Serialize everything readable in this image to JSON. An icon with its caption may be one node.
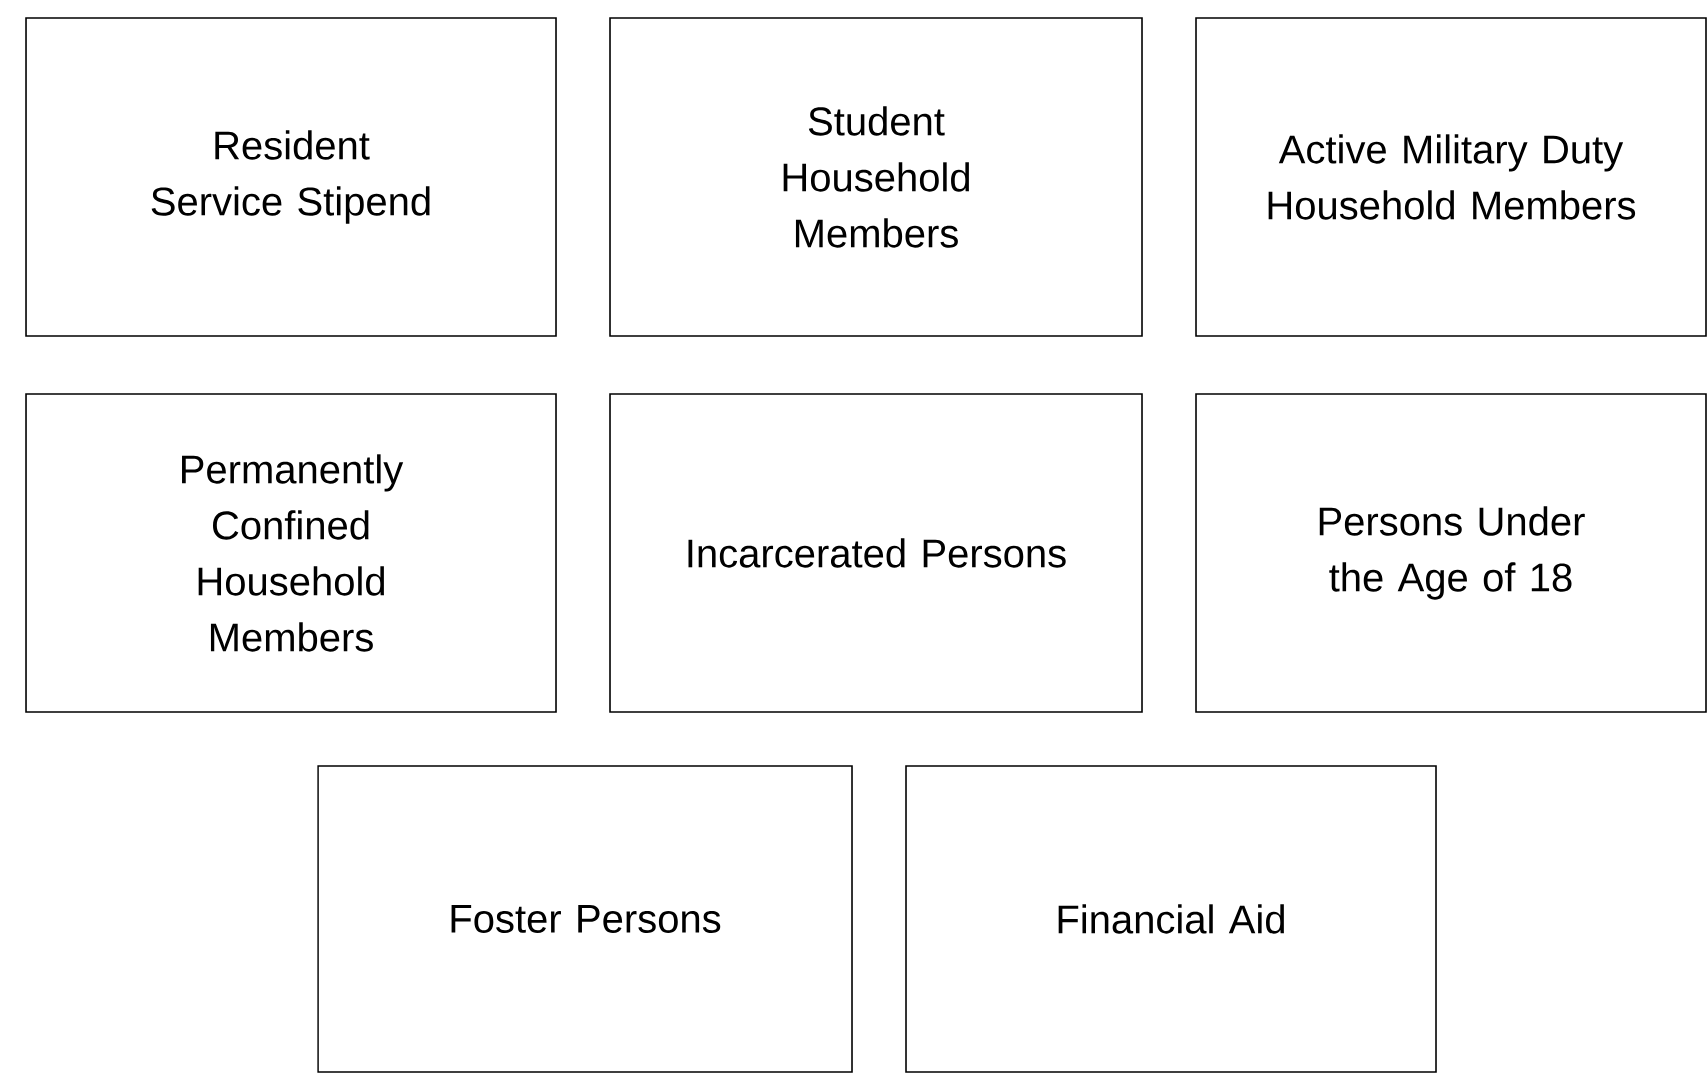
{
  "diagram": {
    "nodes": [
      {
        "text": [
          "Resident Service Stipend"
        ]
      },
      {
        "text": [
          "Student Household Members"
        ]
      },
      {
        "text": [
          "Active Military Duty Household Members"
        ]
      },
      {
        "text": [
          "Permanently Confined Household Members"
        ]
      },
      {
        "text": [
          "Incarcerated Persons"
        ]
      },
      {
        "text": [
          "Persons Under the Age of 18"
        ]
      },
      {
        "text": [
          "Foster Persons"
        ]
      },
      {
        "text": [
          "Financial Aid"
        ]
      }
    ]
  }
}
